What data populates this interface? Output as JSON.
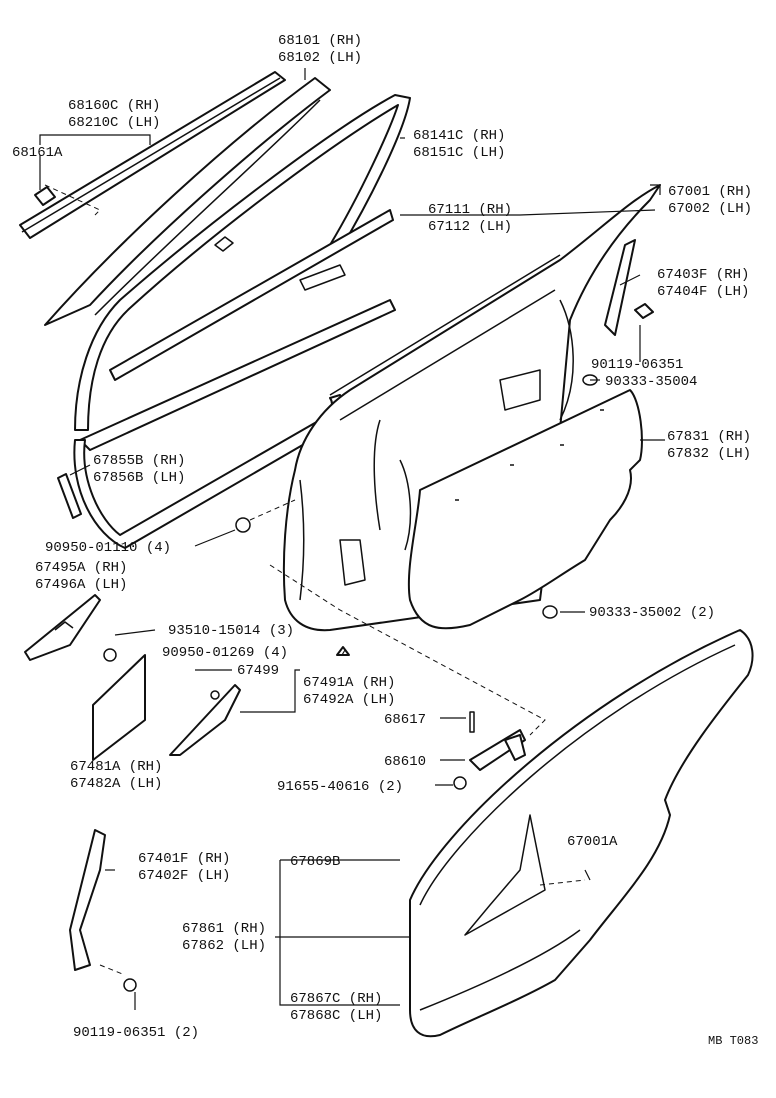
{
  "labels": {
    "l68101": "68101 (RH)",
    "l68102": "68102 (LH)",
    "l68160c": "68160C (RH)",
    "l68210c": "68210C (LH)",
    "l68161a": "68161A",
    "l68141c": "68141C (RH)",
    "l68151c": "68151C (LH)",
    "l67001": "67001 (RH)",
    "l67002": "67002 (LH)",
    "l67111": "67111 (RH)",
    "l67112": "67112 (LH)",
    "l67403f": "67403F (RH)",
    "l67404f": "67404F (LH)",
    "l90119a": "90119-06351",
    "l90333a": "90333-35004",
    "l67831": "67831 (RH)",
    "l67832": "67832 (LH)",
    "l67855b": "67855B (RH)",
    "l67856b": "67856B (LH)",
    "l90950a": "90950-01110 (4)",
    "l67495a": "67495A (RH)",
    "l67496a": "67496A (LH)",
    "l90333b": "90333-35002 (2)",
    "l93510": "93510-15014 (3)",
    "l90950b": "90950-01269 (4)",
    "l67499": "67499",
    "l67491a": "67491A (RH)",
    "l67492a": "67492A (LH)",
    "l68617": "68617",
    "l68610": "68610",
    "l91655": "91655-40616 (2)",
    "l67481a": "67481A (RH)",
    "l67482a": "67482A (LH)",
    "l67401f": "67401F (RH)",
    "l67402f": "67402F (LH)",
    "l67001a": "67001A",
    "l67869b": "67869B",
    "l67861": "67861 (RH)",
    "l67862": "67862 (LH)",
    "l67867c": "67867C (RH)",
    "l67868c": "67868C (LH)",
    "l90119b": "90119-06351 (2)",
    "catalog": "MB T083"
  }
}
